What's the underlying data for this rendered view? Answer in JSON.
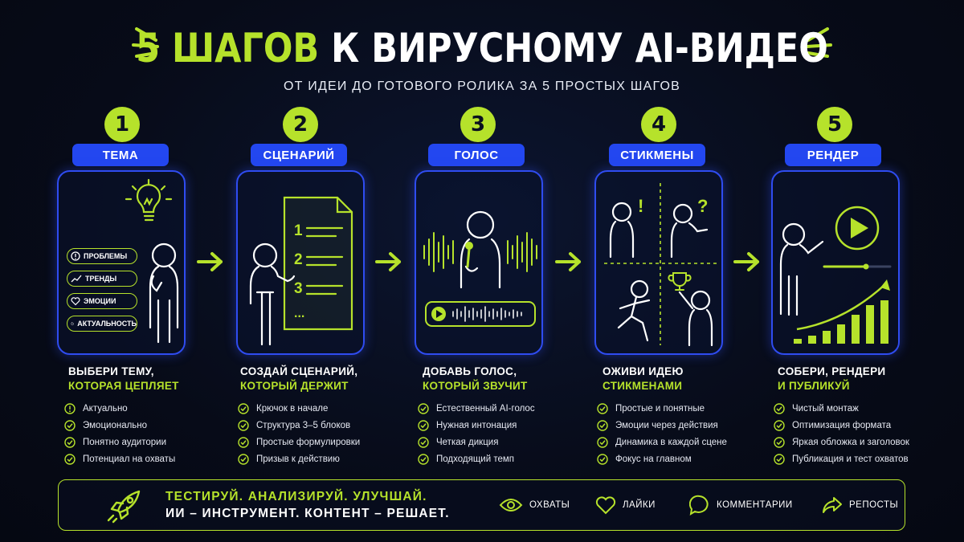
{
  "header": {
    "title_accent": "5 ШАГОВ",
    "title_rest": "К ВИРУСНОМУ AI-ВИДЕО",
    "subtitle": "ОТ ИДЕИ ДО ГОТОВОГО РОЛИКА ЗА 5 ПРОСТЫХ ШАГОВ"
  },
  "colors": {
    "accent": "#b6e22b",
    "blue": "#2347f0",
    "background": "#070b18"
  },
  "steps": [
    {
      "number": "1",
      "label": "ТЕМА",
      "chips": [
        "ПРОБЛЕМЫ",
        "ТРЕНДЫ",
        "ЭМОЦИИ",
        "АКТУАЛЬНОСТЬ"
      ],
      "caption_line1": "ВЫБЕРИ ТЕМУ,",
      "caption_line2": "КОТОРАЯ ЦЕПЛЯЕТ",
      "checks": [
        "Актуально",
        "Эмоционально",
        "Понятно аудитории",
        "Потенциал на охваты"
      ],
      "check_icons": [
        "exclamation-icon",
        "check-icon",
        "check-icon",
        "check-icon"
      ]
    },
    {
      "number": "2",
      "label": "СЦЕНАРИЙ",
      "doc_numbers": [
        "1",
        "2",
        "3",
        "..."
      ],
      "caption_line1": "СОЗДАЙ СЦЕНАРИЙ,",
      "caption_line2": "КОТОРЫЙ ДЕРЖИТ",
      "checks": [
        "Крючок в начале",
        "Структура 3–5 блоков",
        "Простые формулировки",
        "Призыв к действию"
      ],
      "check_icons": [
        "check-icon",
        "check-icon",
        "check-icon",
        "check-icon"
      ]
    },
    {
      "number": "3",
      "label": "ГОЛОС",
      "caption_line1": "ДОБАВЬ ГОЛОС,",
      "caption_line2": "КОТОРЫЙ ЗВУЧИТ",
      "checks": [
        "Естественный AI-голос",
        "Нужная интонация",
        "Четкая дикция",
        "Подходящий темп"
      ],
      "check_icons": [
        "check-icon",
        "check-icon",
        "check-icon",
        "check-icon"
      ]
    },
    {
      "number": "4",
      "label": "СТИКМЕНЫ",
      "marks": [
        "!",
        "?"
      ],
      "caption_line1": "ОЖИВИ ИДЕЮ",
      "caption_line2": "СТИКМЕНАМИ",
      "checks": [
        "Простые и понятные",
        "Эмоции через действия",
        "Динамика в каждой сцене",
        "Фокус на главном"
      ],
      "check_icons": [
        "check-icon",
        "check-icon",
        "check-icon",
        "check-icon"
      ]
    },
    {
      "number": "5",
      "label": "РЕНДЕР",
      "caption_line1": "СОБЕРИ, РЕНДЕРИ",
      "caption_line2": "И ПУБЛИКУЙ",
      "checks": [
        "Чистый монтаж",
        "Оптимизация формата",
        "Яркая обложка и заголовок",
        "Публикация и тест охватов"
      ],
      "check_icons": [
        "check-icon",
        "check-icon",
        "check-icon",
        "check-icon"
      ]
    }
  ],
  "footer": {
    "line1": "ТЕСТИРУЙ. АНАЛИЗИРУЙ. УЛУЧШАЙ.",
    "line2": "ИИ – ИНСТРУМЕНТ. КОНТЕНТ – РЕШАЕТ.",
    "icon": "rocket-icon",
    "metrics": [
      {
        "label": "ОХВАТЫ",
        "icon": "eye-icon"
      },
      {
        "label": "ЛАЙКИ",
        "icon": "heart-icon"
      },
      {
        "label": "КОММЕНТАРИИ",
        "icon": "comment-icon"
      },
      {
        "label": "РЕПОСТЫ",
        "icon": "share-icon"
      }
    ]
  }
}
